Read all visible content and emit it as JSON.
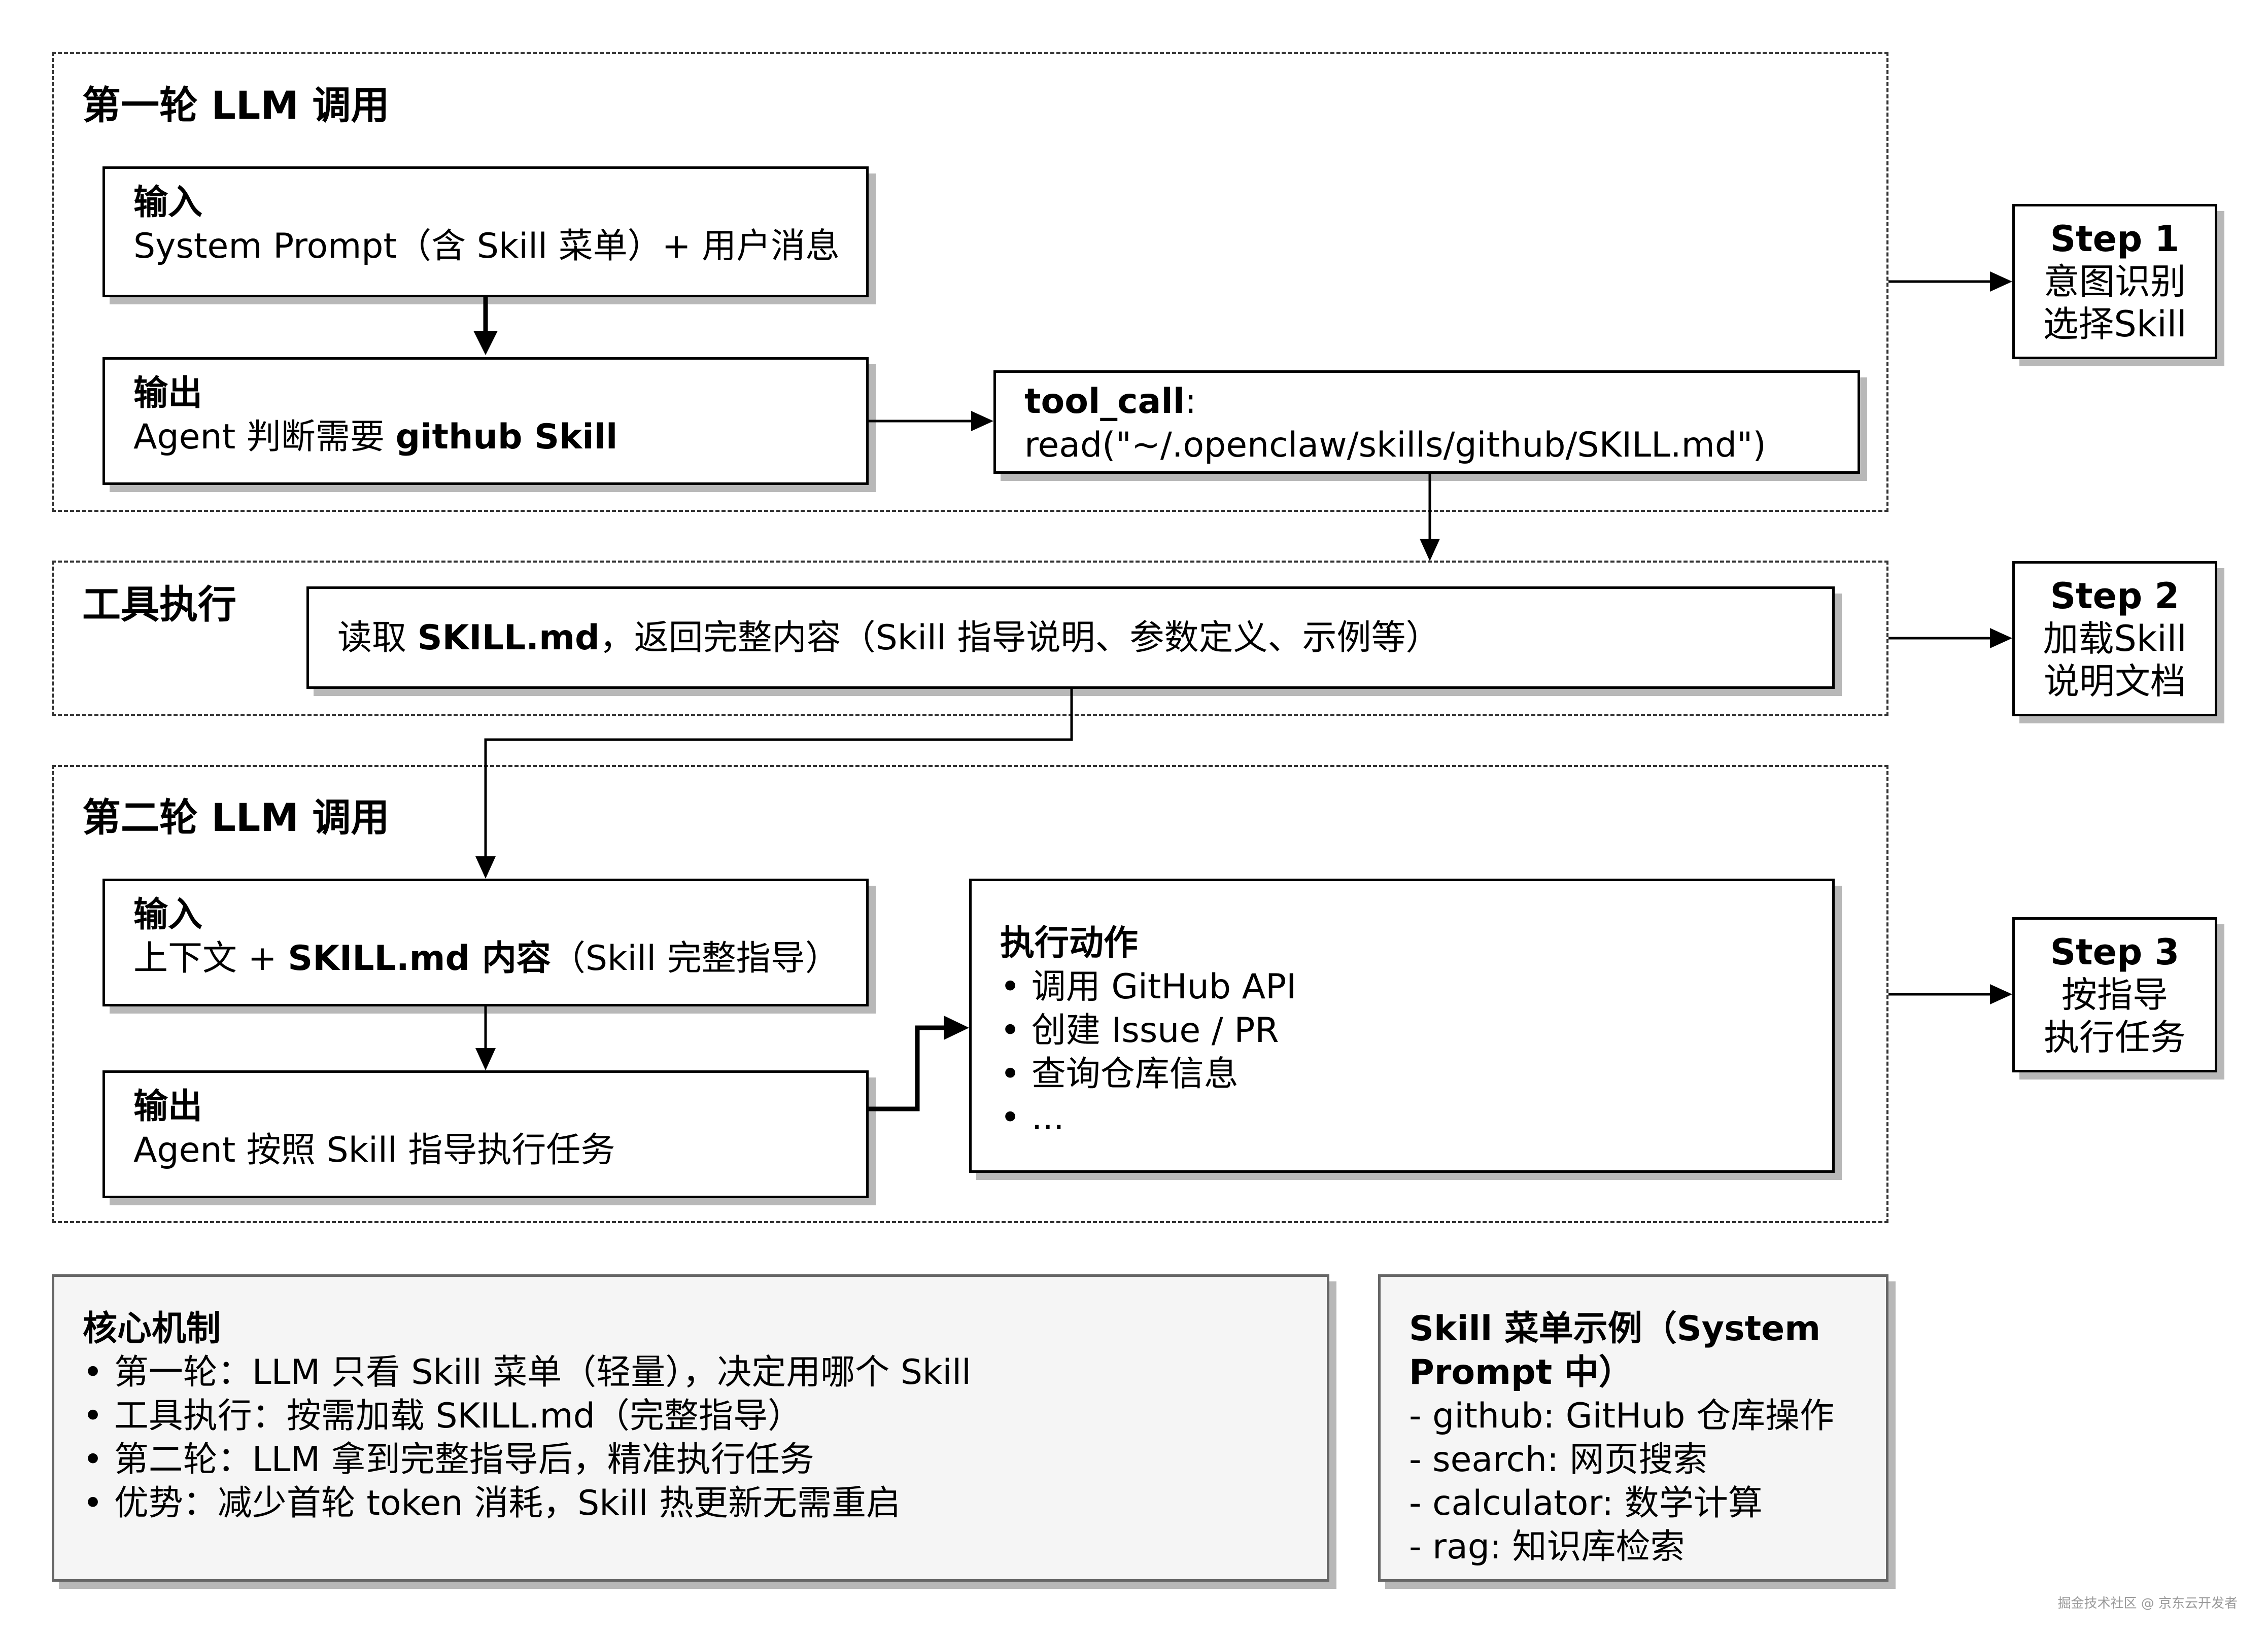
{
  "groups": {
    "round1": "第一轮 LLM 调用",
    "tool_exec": "工具执行",
    "round2": "第二轮 LLM 调用"
  },
  "round1": {
    "input": {
      "title": "输入",
      "text": "System Prompt（含 Skill 菜单）+ 用户消息"
    },
    "output": {
      "title": "输出",
      "text_pre": "Agent 判断需要 ",
      "text_bold": "github Skill"
    },
    "tool_call": {
      "key": "tool_call",
      "colon": ":",
      "text": "read(\"~/.openclaw/skills/github/SKILL.md\")"
    }
  },
  "tool_exec": {
    "pre": "读取 ",
    "bold": "SKILL.md",
    "post": "，返回完整内容（Skill 指导说明、参数定义、示例等）"
  },
  "round2": {
    "input": {
      "title": "输入",
      "pre": "上下文 + ",
      "bold": "SKILL.md 内容",
      "post": "（Skill 完整指导）"
    },
    "output": {
      "title": "输出",
      "text": "Agent 按照 Skill 指导执行任务"
    },
    "action": {
      "title": "执行动作",
      "items": [
        "• 调用 GitHub API",
        "• 创建 Issue / PR",
        "• 查询仓库信息",
        "• ..."
      ]
    }
  },
  "steps": [
    {
      "label": "Step 1",
      "line1": "意图识别",
      "line2": "选择Skill"
    },
    {
      "label": "Step 2",
      "line1": "加载Skill",
      "line2": "说明文档"
    },
    {
      "label": "Step 3",
      "line1": "按指导",
      "line2": "执行任务"
    }
  ],
  "core_mechanism": {
    "title": "核心机制",
    "items": [
      "• 第一轮：LLM 只看 Skill 菜单（轻量），决定用哪个 Skill",
      "• 工具执行：按需加载 SKILL.md（完整指导）",
      "• 第二轮：LLM 拿到完整指导后，精准执行任务",
      "• 优势：减少首轮 token 消耗，Skill 热更新无需重启"
    ]
  },
  "skill_menu": {
    "title_line1": "Skill 菜单示例（System",
    "title_line2": "Prompt 中）",
    "items": [
      "- github: GitHub 仓库操作",
      "- search: 网页搜索",
      "- calculator: 数学计算",
      "- rag: 知识库检索"
    ]
  },
  "watermark": "掘金技术社区 @ 京东云开发者"
}
